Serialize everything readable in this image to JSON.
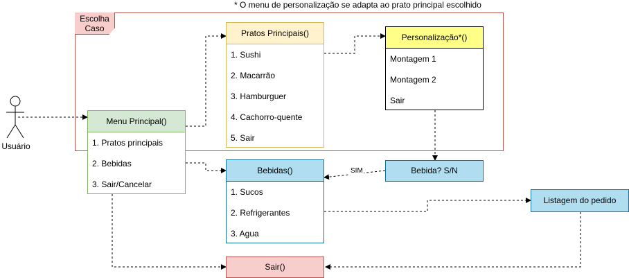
{
  "note": "* O menu de personalização se adapta ao prato principal escolhido",
  "frame": {
    "label": "Escolha\nCaso"
  },
  "actor": {
    "label": "Usuário"
  },
  "menu_principal": {
    "title": "Menu Principal()",
    "items": [
      "1. Pratos principais",
      "2. Bebidas",
      "3. Sair/Cancelar"
    ]
  },
  "pratos_principais": {
    "title": "Pratos Principais()",
    "items": [
      "1. Sushi",
      "2. Macarrão",
      "3. Hamburguer",
      "4. Cachorro-quente",
      "5. Sair"
    ]
  },
  "personalizacao": {
    "title": "Personalização*()",
    "items": [
      "Montagem 1",
      "Montagem 2",
      "Sair"
    ]
  },
  "bebidas": {
    "title": "Bebidas()",
    "items": [
      "1. Sucos",
      "2. Refrigerantes",
      "3. Agua"
    ]
  },
  "bebida_question": {
    "label": "Bebida? S/N"
  },
  "edge_sim": {
    "label": "SIM"
  },
  "listagem": {
    "label": "Listagem do pedido"
  },
  "sair": {
    "label": "Sair()"
  },
  "colors": {
    "frame_border": "#b85450",
    "green": "#d5e8d4",
    "orange": "#fff2cc",
    "yellow": "#ffff88",
    "blue": "#b1ddf0",
    "red": "#f8cecc"
  }
}
